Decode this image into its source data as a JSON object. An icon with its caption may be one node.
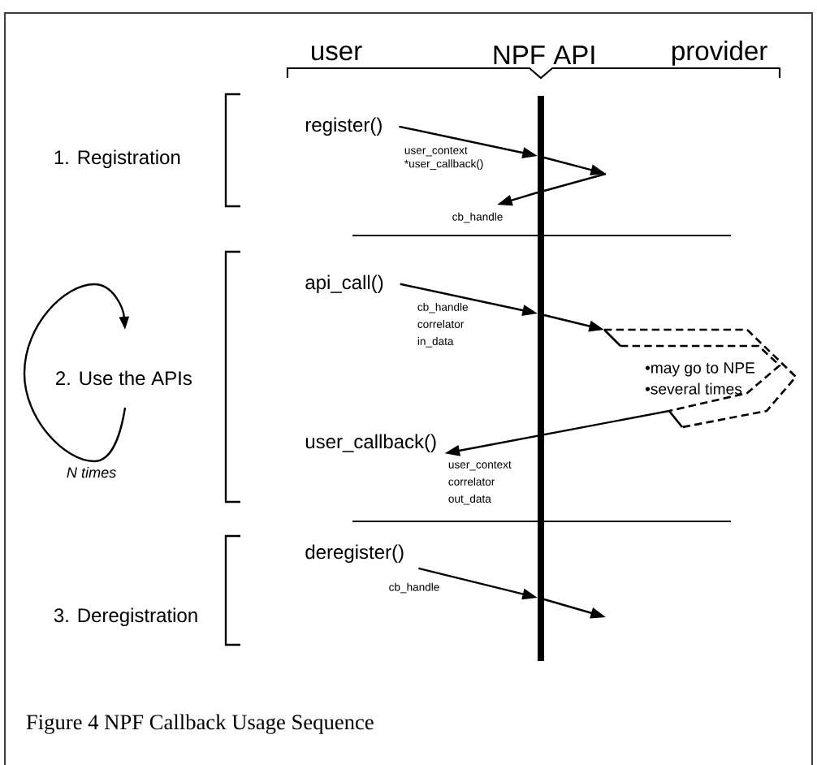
{
  "diagram": {
    "caption": "Figure 4 NPF Callback Usage Sequence",
    "nodes": [
      {
        "text": [
          "register()"
        ]
      },
      {
        "text": [],
        "shape": "bar"
      },
      {
        "text": [
          "api_call()"
        ]
      },
      {
        "text": [
          "•may go to NPE",
          "•several times"
        ]
      },
      {
        "text": [
          "user_callback()"
        ]
      },
      {
        "text": [
          "deregister()"
        ]
      }
    ],
    "edges": [
      {
        "from": 0,
        "to": 1,
        "arrow": "to",
        "label": "user_context *user_callback()"
      },
      {
        "from": 1,
        "to": null,
        "arrow": "to"
      },
      {
        "from": null,
        "to": 1,
        "arrow": "none"
      },
      {
        "from": 1,
        "to": null,
        "arrow": "to",
        "label": "cb_handle"
      },
      {
        "from": 2,
        "to": 1,
        "arrow": "to",
        "label": "cb_handle correlator in_data"
      },
      {
        "from": 1,
        "to": 3,
        "arrow": "to"
      },
      {
        "from": 3,
        "to": 4,
        "arrow": "to",
        "label": "user_context correlator out_data"
      },
      {
        "from": 5,
        "to": 1,
        "arrow": "to",
        "label": "cb_handle"
      },
      {
        "from": 1,
        "to": null,
        "arrow": "to"
      }
    ],
    "labels": [
      "user",
      "NPF API",
      "provider",
      "1. Registration",
      "2. Use the APIs",
      "N times",
      "3. Deregistration"
    ]
  }
}
